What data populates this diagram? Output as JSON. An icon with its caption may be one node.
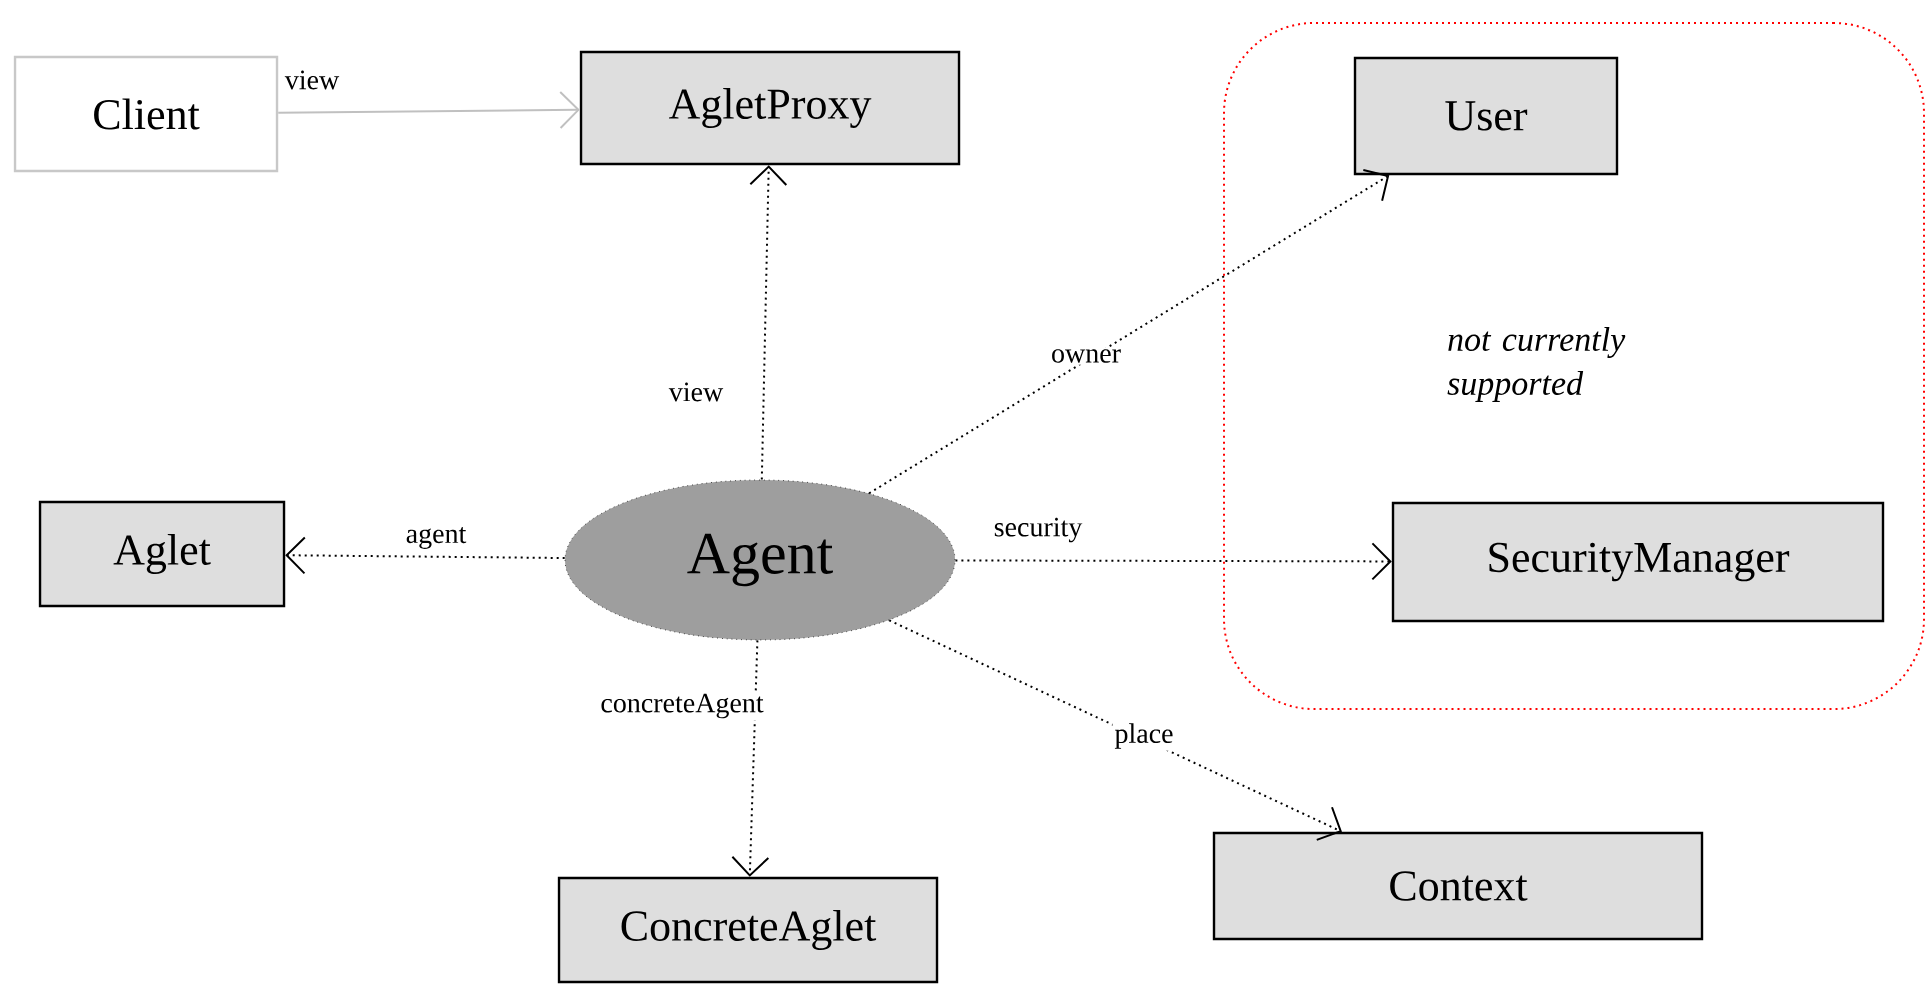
{
  "diagram": {
    "nodes": [
      {
        "text": [
          "Client"
        ]
      },
      {
        "text": [
          "AgletProxy"
        ]
      },
      {
        "text": [
          "not currently supported"
        ]
      },
      {
        "text": [
          "User"
        ],
        "in": 2
      },
      {
        "text": [
          "Aglet"
        ]
      },
      {
        "text": [
          "Agent"
        ]
      },
      {
        "text": [
          "SecurityManager"
        ],
        "in": 2
      },
      {
        "text": [
          "ConcreteAglet"
        ]
      },
      {
        "text": [
          "Context"
        ]
      }
    ],
    "edges": [
      {
        "from": 0,
        "to": 1,
        "arrow": "to",
        "label": "view",
        "color": "#c0c0c0"
      },
      {
        "from": 5,
        "to": 1,
        "arrow": "to",
        "label": "view",
        "style": "dashed"
      },
      {
        "from": 5,
        "to": 3,
        "arrow": "to",
        "label": "owner",
        "style": "dashed"
      },
      {
        "from": 5,
        "to": 4,
        "arrow": "to",
        "label": "agent",
        "style": "dashed"
      },
      {
        "from": 5,
        "to": 6,
        "arrow": "to",
        "label": "security",
        "style": "dashed"
      },
      {
        "from": 5,
        "to": 7,
        "arrow": "to",
        "label": "concreteAgent",
        "style": "dashed"
      },
      {
        "from": 5,
        "to": 8,
        "arrow": "to",
        "label": "place",
        "style": "dashed"
      }
    ]
  }
}
